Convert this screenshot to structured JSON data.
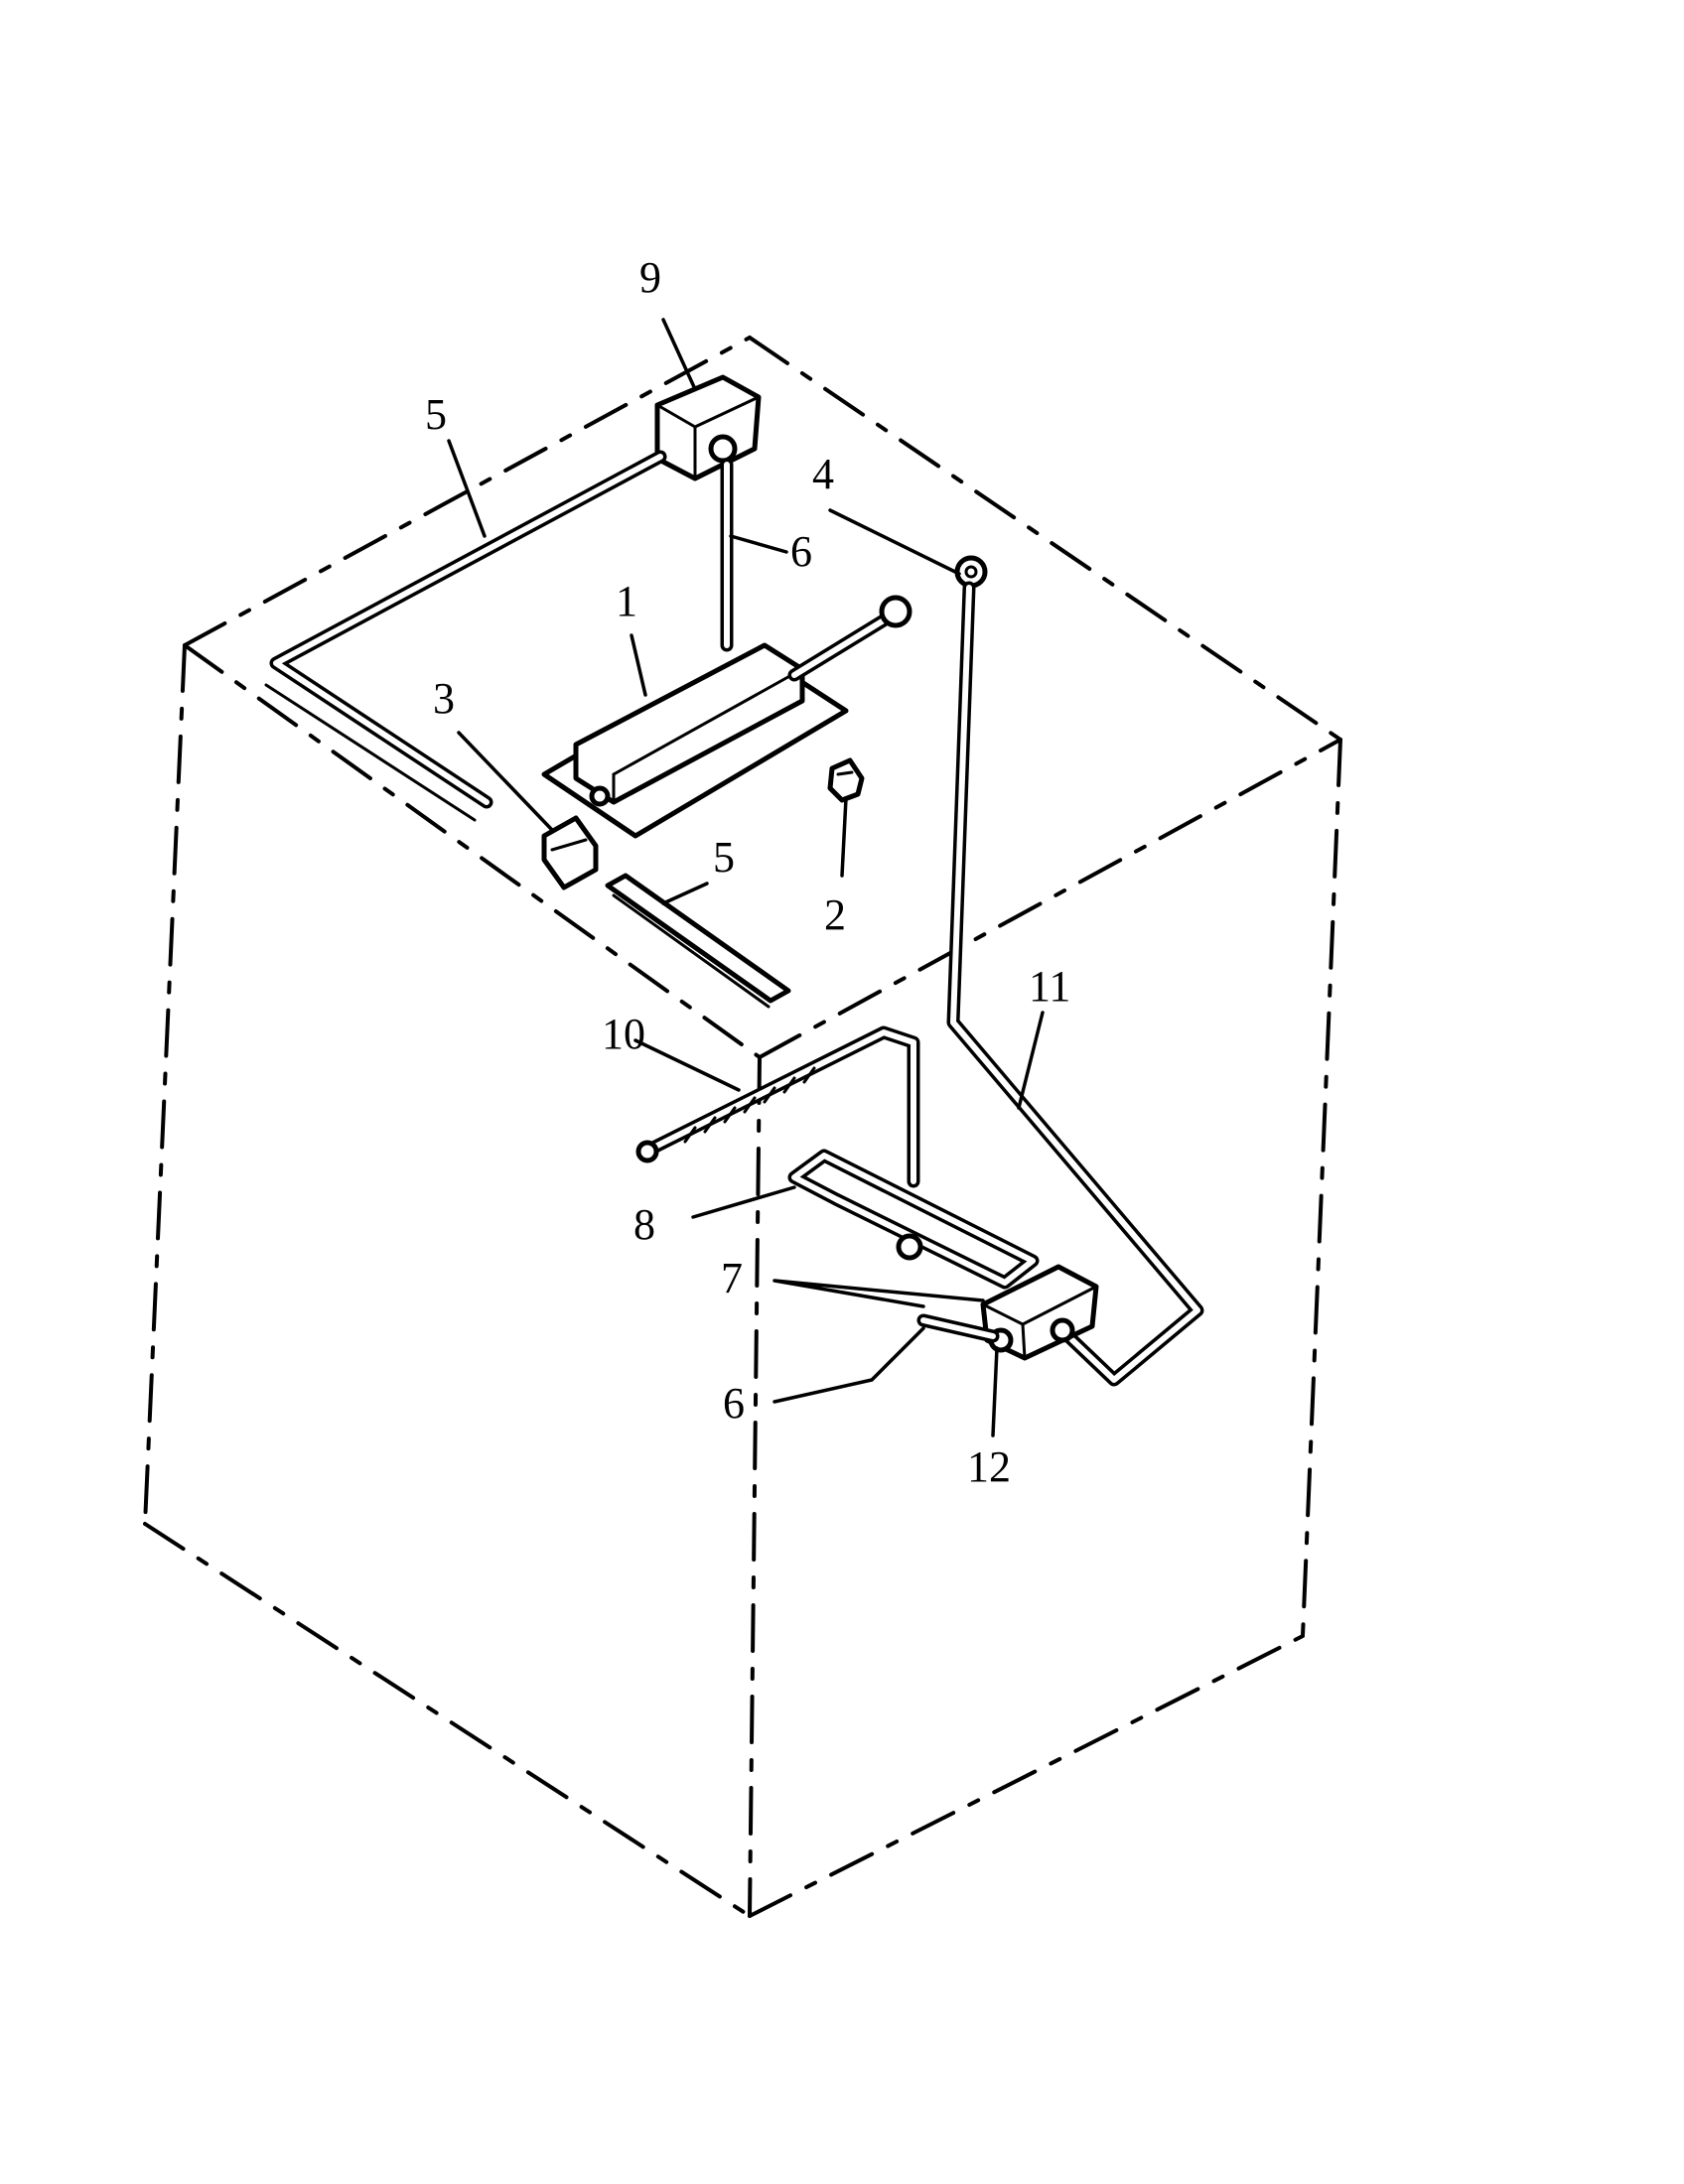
{
  "diagram": {
    "type": "exploded parts diagram",
    "colors": {
      "ink": "#000000",
      "paper": "#ffffff"
    },
    "callouts": [
      {
        "id": "c1",
        "label": "1"
      },
      {
        "id": "c2",
        "label": "2"
      },
      {
        "id": "c3",
        "label": "3"
      },
      {
        "id": "c4",
        "label": "4"
      },
      {
        "id": "c5a",
        "label": "5"
      },
      {
        "id": "c5b",
        "label": "5"
      },
      {
        "id": "c6a",
        "label": "6"
      },
      {
        "id": "c6b",
        "label": "6"
      },
      {
        "id": "c7",
        "label": "7"
      },
      {
        "id": "c8",
        "label": "8"
      },
      {
        "id": "c9",
        "label": "9"
      },
      {
        "id": "c10",
        "label": "10"
      },
      {
        "id": "c11",
        "label": "11"
      },
      {
        "id": "c12",
        "label": "12"
      }
    ]
  }
}
